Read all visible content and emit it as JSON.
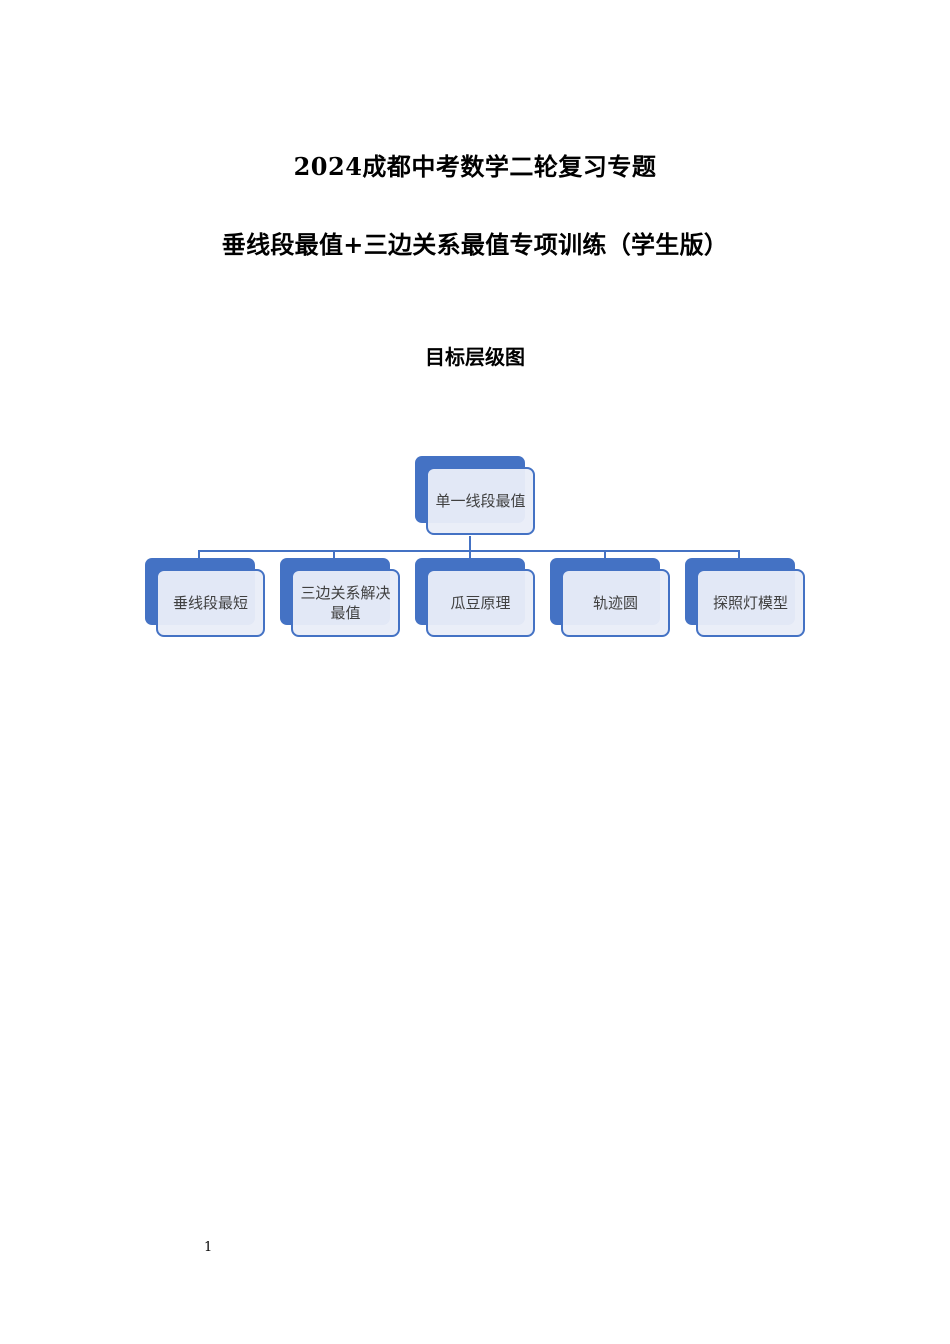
{
  "document": {
    "title_line1": "2024成都中考数学二轮复习专题",
    "title_line2": "垂线段最值+三边关系最值专项训练（学生版）",
    "section_heading": "目标层级图",
    "page_number": "1"
  },
  "hierarchy_diagram": {
    "accent_color": "#4472c4",
    "box_fill": "#e9edf8",
    "root": {
      "label": "单一线段最值"
    },
    "children": [
      {
        "label": "垂线段最短"
      },
      {
        "label": "三边关系解决最值"
      },
      {
        "label": "瓜豆原理"
      },
      {
        "label": "轨迹圆"
      },
      {
        "label": "探照灯模型"
      }
    ]
  }
}
